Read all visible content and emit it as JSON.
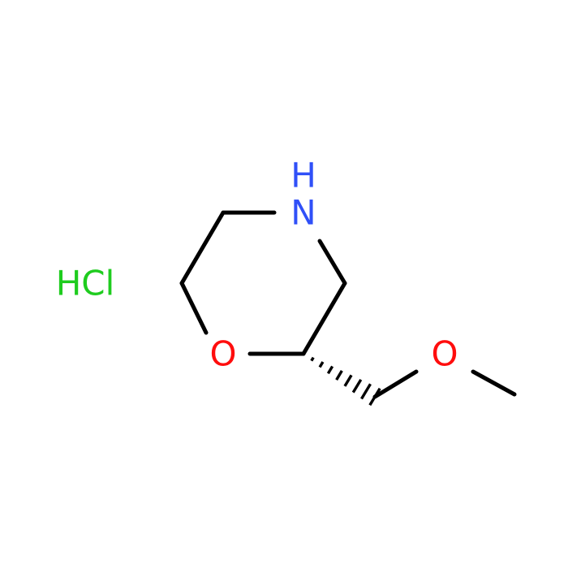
{
  "molecule": {
    "atoms": {
      "nh": {
        "label": "N",
        "h_label": "H",
        "color": "#3050F8"
      },
      "ring_o": {
        "label": "O",
        "color": "#FF0D0D"
      },
      "ether_o": {
        "label": "O",
        "color": "#FF0D0D"
      },
      "salt": {
        "label": "HCl",
        "color": "#1FCC1F"
      }
    },
    "bond_color": "#000000",
    "stereo": {
      "type": "hashed-wedge",
      "from": "C2",
      "to": "CH2"
    }
  }
}
